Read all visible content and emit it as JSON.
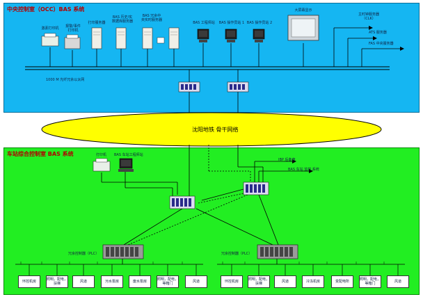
{
  "occ": {
    "title": "中央控制室（OCC）BAS 系统",
    "devices": {
      "laser_printer": "激素打印机",
      "alarm_printer_a": "报警/事件",
      "alarm_printer_b": "打印机",
      "print_server": "打印服务器",
      "history_server_a": "BAS 历史/实",
      "history_server_b": "数据库服务器",
      "redundant_server_a": "BAS 冗余中",
      "redundant_server_b": "央实时服务器",
      "engineering_ws": "BAS 工程师站",
      "operator_ws1": "BAS 操作员站 1",
      "operator_ws2": "BAS 操作员站 2",
      "big_screen": "大屏幕显示",
      "clock_server_a": "主时钟服务器",
      "clock_server_b": "（CLK）",
      "ats_server": "ATS 服务器",
      "fas_server": "FAS 中央服务器"
    },
    "lan_label": "1000 M 光纤冗余以太网"
  },
  "backbone": {
    "label": "沈阳地铁 骨干网络"
  },
  "station": {
    "title": "车站综合控制室 BAS 系统",
    "printer": "打印机",
    "workstation": "BAS 车站工程师站",
    "ibp_label": "IBP 后备盘",
    "ibp_sub": "",
    "pa_label": "BAS 车站 监控 系统",
    "plc_left": "冗余控制器（PLC）",
    "plc_right": "冗余控制器（PLC）",
    "left_endpoints": [
      "环控机房",
      "照明，配电，扶梯",
      "风道",
      "污水泵房",
      "废水泵房",
      "照明，配电，等箱门",
      "风道"
    ],
    "right_endpoints": [
      "环控机房",
      "照明，配电，扶梯",
      "风道",
      "冷冻机房",
      "变配电所",
      "照明，配电，等箱门",
      "风道"
    ]
  },
  "colors": {
    "occ_zone": "#15b6f2",
    "station_zone": "#22ee22",
    "backbone": "#ffff00",
    "title_red": "#b00000"
  }
}
